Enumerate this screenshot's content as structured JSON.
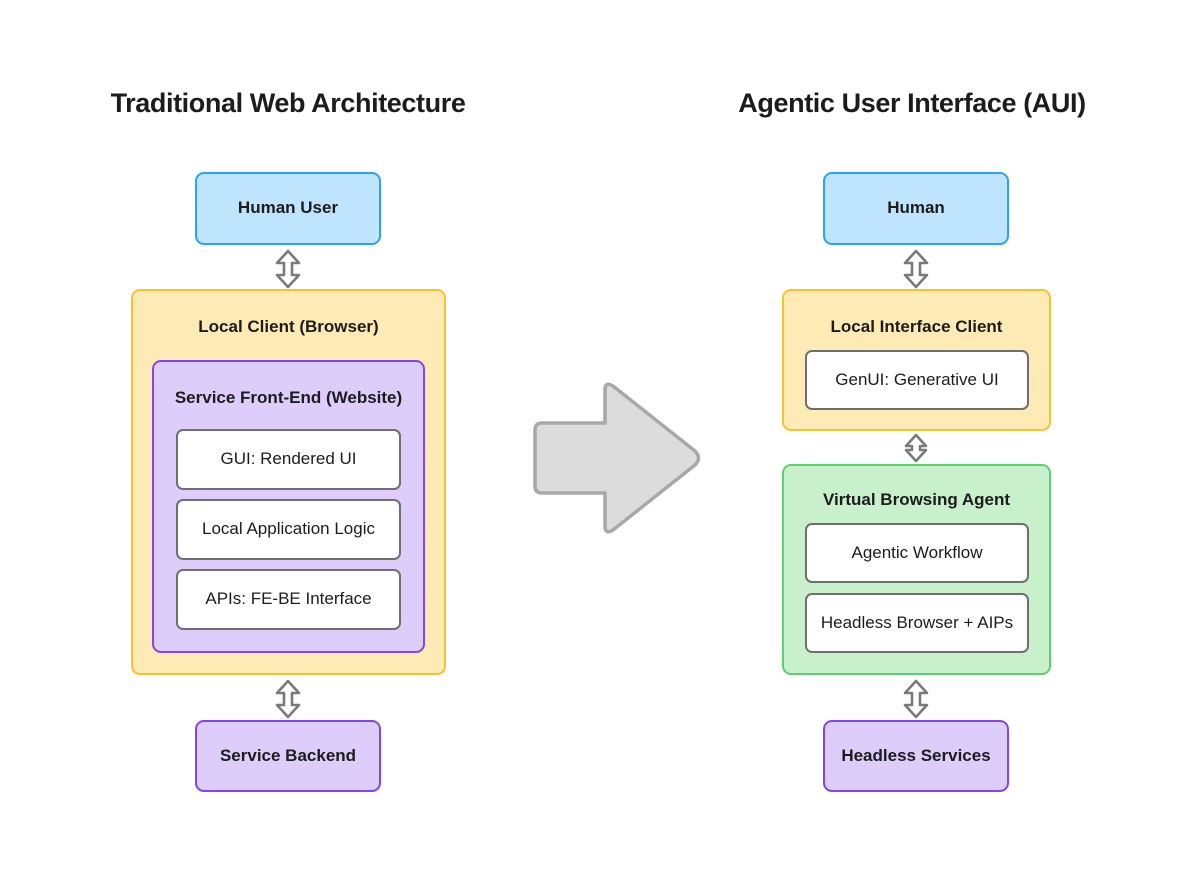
{
  "diagram": {
    "type": "architecture-comparison",
    "background": "#ffffff",
    "palette": {
      "blue_fill": "#bfe4fd",
      "blue_stroke": "#2aa2f2",
      "amber_fill": "#fdeab5",
      "amber_stroke": "#fbc02d",
      "green_fill": "#c8f0cb",
      "green_stroke": "#5cd06a",
      "purple_fill": "#ddcdfa",
      "purple_stroke": "#8543ea",
      "white_fill": "#ffffff",
      "gray_stroke": "#6f6f6f",
      "arrow_fill": "#dcdcdc",
      "arrow_stroke": "#a8a8a8",
      "text": "#1c1c1e"
    },
    "left_column": {
      "title": "Traditional Web Architecture",
      "user_node": "Human User",
      "client_container": {
        "label": "Local Client (Browser)",
        "inner_container": {
          "label": "Service Front-End (Website)",
          "items": [
            "GUI: Rendered UI",
            "Local Application Logic",
            "APIs: FE-BE Interface"
          ]
        }
      },
      "backend_node": "Service Backend",
      "connectors": [
        "bidirectional-arrow-user-to-client",
        "bidirectional-arrow-client-to-backend"
      ]
    },
    "right_column": {
      "title": "Agentic User Interface (AUI)",
      "user_node": "Human",
      "client_container": {
        "label": "Local Interface Client",
        "items": [
          "GenUI: Generative UI"
        ]
      },
      "agent_container": {
        "label": "Virtual Browsing Agent",
        "items": [
          "Agentic Workflow",
          "Headless Browser + AIPs"
        ]
      },
      "services_node": "Headless Services",
      "connectors": [
        "bidirectional-arrow-human-to-client",
        "bidirectional-arrow-client-to-agent",
        "bidirectional-arrow-agent-to-services"
      ]
    },
    "center": {
      "transition_icon": "right-block-arrow"
    }
  }
}
